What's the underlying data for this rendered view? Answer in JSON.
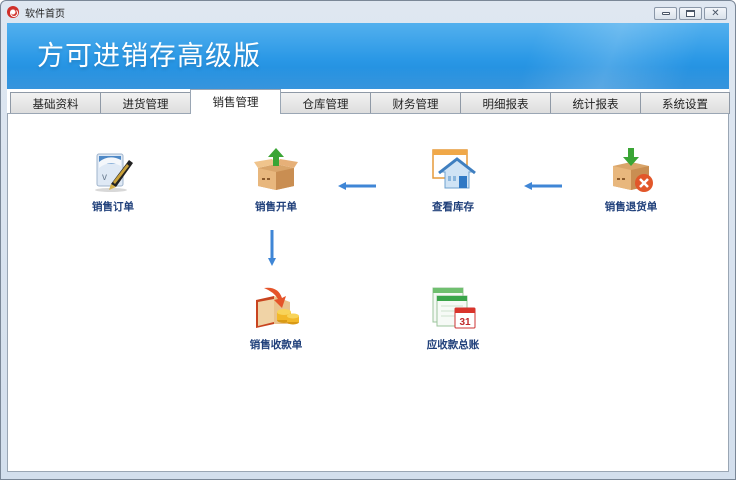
{
  "window": {
    "title": "软件首页",
    "controls": [
      "minimize",
      "maximize",
      "close"
    ]
  },
  "banner": {
    "title": "方可进销存高级版",
    "color_top": "#53b0ee",
    "color_bottom": "#1b86d8"
  },
  "tabs": [
    {
      "label": "基础资料",
      "active": false
    },
    {
      "label": "进货管理",
      "active": false
    },
    {
      "label": "销售管理",
      "active": true
    },
    {
      "label": "仓库管理",
      "active": false
    },
    {
      "label": "财务管理",
      "active": false
    },
    {
      "label": "明细报表",
      "active": false
    },
    {
      "label": "统计报表",
      "active": false
    },
    {
      "label": "系统设置",
      "active": false
    }
  ],
  "workflow": {
    "items": [
      {
        "id": "sales-order",
        "label": "销售订单",
        "icon": "document-pen-icon"
      },
      {
        "id": "sales-invoice",
        "label": "销售开单",
        "icon": "box-upload-icon"
      },
      {
        "id": "view-stock",
        "label": "查看库存",
        "icon": "warehouse-house-icon"
      },
      {
        "id": "sales-return",
        "label": "销售退货单",
        "icon": "box-return-cancel-icon"
      },
      {
        "id": "sales-receipt",
        "label": "销售收款单",
        "icon": "wallet-coins-icon"
      },
      {
        "id": "receivables-ledger",
        "label": "应收款总账",
        "icon": "calendar-ledger-icon"
      }
    ],
    "calendar_day": "31",
    "arrow_color": "#3f86d6"
  }
}
